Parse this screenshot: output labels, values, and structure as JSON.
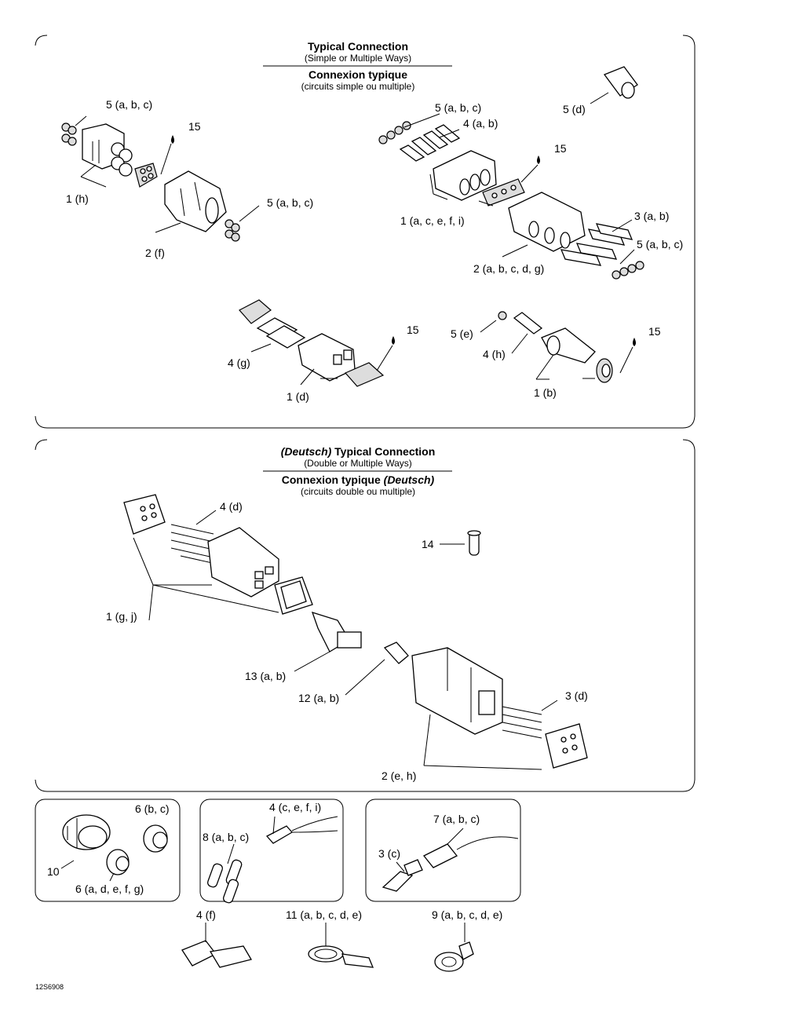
{
  "panel1": {
    "title_en": "Typical Connection",
    "subtitle_en": "(Simple or Multiple Ways)",
    "title_fr": "Connexion typique",
    "subtitle_fr": "(circuits simple ou multiple)"
  },
  "panel2": {
    "title_en_italic": "(Deutsch)",
    "title_en": " Typical Connection",
    "subtitle_en": "(Double or Multiple Ways)",
    "title_fr": "Connexion typique ",
    "title_fr_italic": "(Deutsch)",
    "subtitle_fr": "(circuits double ou multiple)"
  },
  "labels": {
    "p1_5abc_left": "5 (a, b, c)",
    "p1_15_left": "15",
    "p1_1h": "1 (h)",
    "p1_2f": "2 (f)",
    "p1_5abc_mid": "5 (a, b, c)",
    "p1_5abc_right": "5 (a, b, c)",
    "p1_4ab": "4 (a, b)",
    "p1_15_right": "15",
    "p1_5d": "5 (d)",
    "p1_1acefi": "1 (a, c, e, f, i)",
    "p1_3ab": "3 (a, b)",
    "p1_5abc_far": "5 (a, b, c)",
    "p1_2abcdg": "2 (a, b, c, d, g)",
    "p1_15_bl": "15",
    "p1_4g": "4 (g)",
    "p1_1d": "1 (d)",
    "p1_5e": "5 (e)",
    "p1_4h": "4 (h)",
    "p1_15_br": "15",
    "p1_1b": "1 (b)",
    "p2_4d": "4 (d)",
    "p2_14": "14",
    "p2_1gj": "1 (g, j)",
    "p2_13ab": "13 (a, b)",
    "p2_12ab": "12 (a, b)",
    "p2_3d": "3 (d)",
    "p2_2eh": "2 (e, h)",
    "b1_6bc": "6 (b, c)",
    "b1_10": "10",
    "b1_6adefg": "6 (a, d, e, f, g)",
    "b2_4cefi": "4 (c, e, f, i)",
    "b2_8abc": "8 (a, b, c)",
    "b3_7abc": "7 (a, b, c)",
    "b3_3c": "3 (c)",
    "f_4f": "4 (f)",
    "f_11abcde": "11 (a, b, c, d, e)",
    "f_9abcde": "9 (a, b, c, d, e)"
  },
  "drawing_code": "12S6908"
}
